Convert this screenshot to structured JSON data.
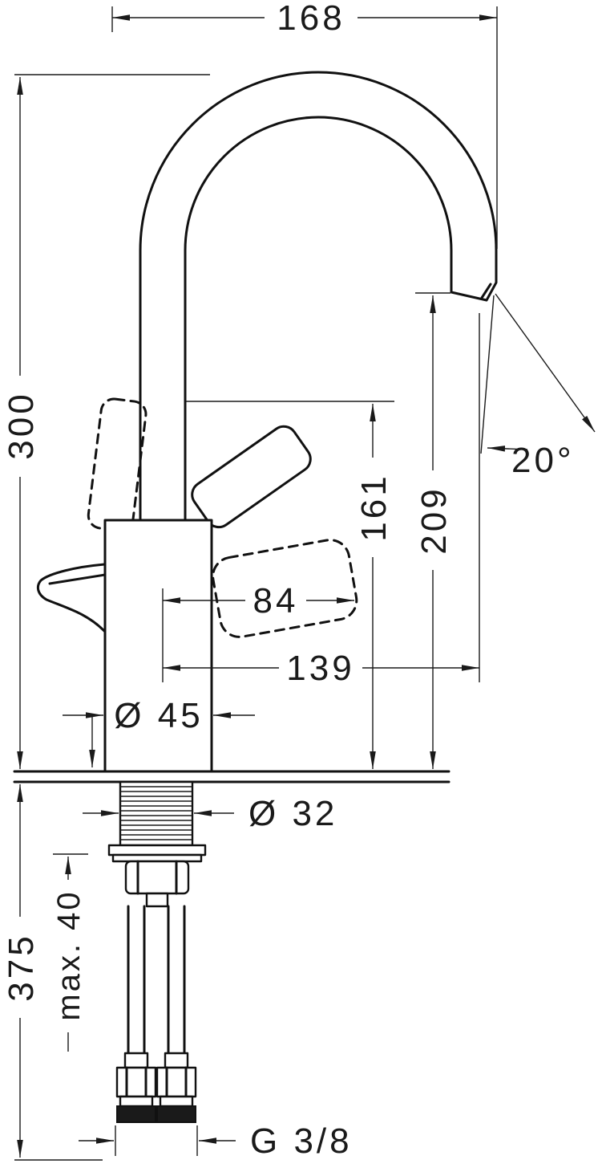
{
  "drawing": {
    "kind": "faucet-installation-dimension-drawing",
    "dims": {
      "width_top": "168",
      "height_total": "300",
      "spout_underside_height": "161",
      "outlet_height": "209",
      "spray_angle": "20°",
      "handle_reach": "84",
      "spout_reach": "139",
      "body_diameter": "Ø 45",
      "shank_diameter": "Ø 32",
      "hose_length": "375",
      "max_deck_thickness": "max. 40",
      "connection_thread": "G 3/8"
    }
  }
}
